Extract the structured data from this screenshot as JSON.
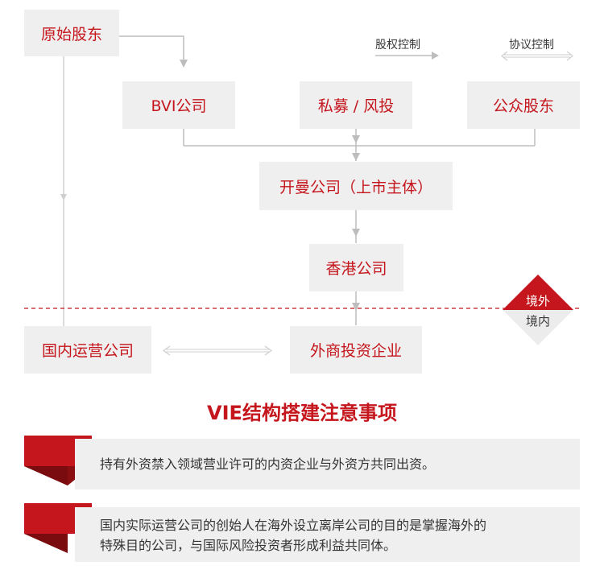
{
  "nodes": {
    "original_shareholders": "原始股东",
    "bvi_company": "BVI公司",
    "private_equity": "私募 / 风投",
    "public_shareholders": "公众股东",
    "cayman_company": "开曼公司（上市主体）",
    "hk_company": "香港公司",
    "domestic_operating": "国内运营公司",
    "wfoe": "外商投资企业"
  },
  "legend": {
    "equity_control": "股权控制",
    "agreement_control": "协议控制"
  },
  "boundary": {
    "offshore": "境外",
    "onshore": "境内"
  },
  "section_title": "VIE结构搭建注意事项",
  "notes": [
    {
      "lines": [
        "持有外资禁入领域营业许可的内资企业与外资方共同出资。"
      ]
    },
    {
      "lines": [
        "国内实际运营公司的创始人在海外设立离岸公司的目的是掌握海外的",
        "特殊目的公司，与国际风险投资者形成利益共同体。"
      ]
    }
  ],
  "colors": {
    "accent": "#c4161c",
    "box": "#efefef",
    "line": "#bdbdbd"
  }
}
